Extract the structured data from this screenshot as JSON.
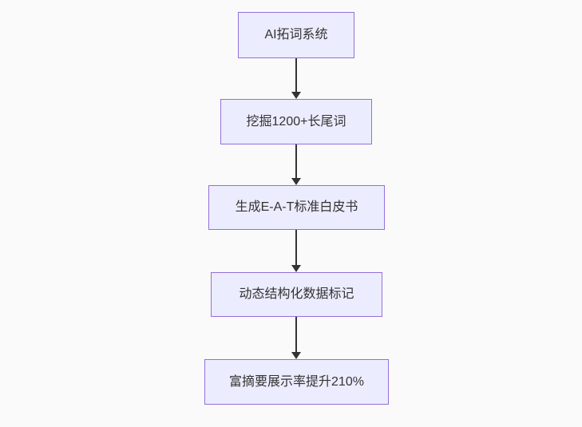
{
  "diagram": {
    "type": "flowchart-top-down",
    "colors": {
      "background": "#fafafa",
      "node_fill": "#ececff",
      "node_border": "#9370db",
      "node_text": "#333333",
      "arrow": "#333333"
    },
    "nodes": [
      {
        "id": "A",
        "label": "AI拓词系统"
      },
      {
        "id": "B",
        "label": "挖掘1200+长尾词"
      },
      {
        "id": "C",
        "label": "生成E-A-T标准白皮书"
      },
      {
        "id": "D",
        "label": "动态结构化数据标记"
      },
      {
        "id": "E",
        "label": "富摘要展示率提升210%"
      }
    ],
    "edges": [
      {
        "from": "A",
        "to": "B"
      },
      {
        "from": "B",
        "to": "C"
      },
      {
        "from": "C",
        "to": "D"
      },
      {
        "from": "D",
        "to": "E"
      }
    ]
  }
}
